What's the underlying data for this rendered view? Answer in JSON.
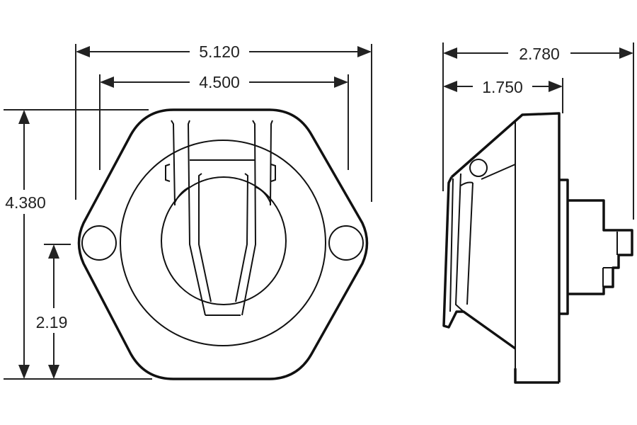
{
  "dimensions": {
    "front_overall_width": "5.120",
    "front_mount_spacing": "4.500",
    "front_overall_height": "4.380",
    "front_center_height": "2.19",
    "side_overall_depth": "2.780",
    "side_body_depth": "1.750"
  },
  "colors": {
    "line": "#111111",
    "background": "#ffffff"
  }
}
